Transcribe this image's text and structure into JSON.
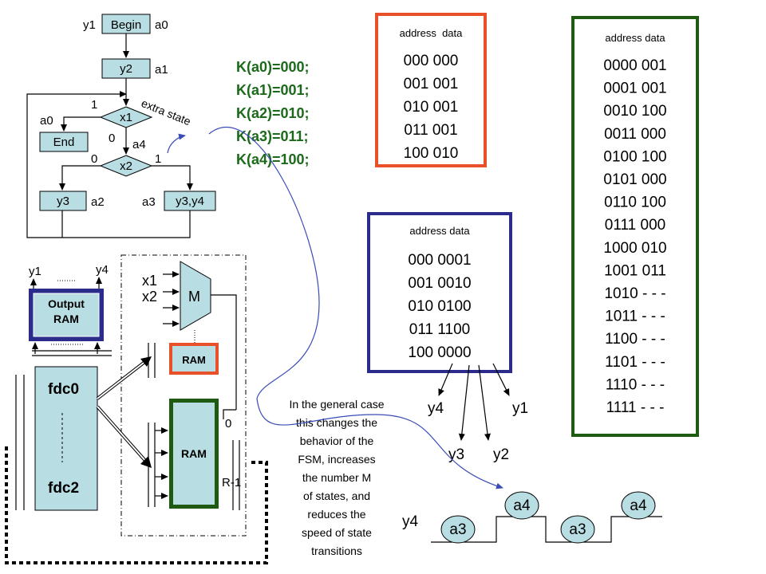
{
  "fsm": {
    "begin": "Begin",
    "end": "End",
    "y1": "y1",
    "a0": "a0",
    "y2": "y2",
    "a1": "a1",
    "x1": "x1",
    "x2": "x2",
    "one_a": "1",
    "zero_a": "0",
    "zero_b": "0",
    "one_b": "1",
    "a0_end": "a0",
    "a4": "a4",
    "extra_state": "extra state",
    "y3": "y3",
    "a2": "a2",
    "a3": "a3",
    "y3y4": "y3,y4"
  },
  "codes": [
    "K(a0)=000;",
    "K(a1)=001;",
    "K(a2)=010;",
    "K(a3)=011;",
    "K(a4)=100;"
  ],
  "table_red": {
    "header": "address  data",
    "rows": [
      "000   000",
      "001   001",
      "010   001",
      "011   001",
      "100   010"
    ]
  },
  "table_blue": {
    "header": "address  data",
    "rows": [
      "000   0001",
      "001   0010",
      "010   0100",
      "011   1100",
      "100   0000"
    ]
  },
  "table_green": {
    "header": "address  data",
    "rows": [
      "0000   001",
      "0001   001",
      "0010   100",
      "0011   000",
      "0100   100",
      "0101   000",
      "0110   100",
      "0111   000",
      "1000   010",
      "1001   011",
      "1010   - - -",
      "1011   - - -",
      "1100   - - -",
      "1101   - - -",
      "1110   - - -",
      "1111   - - -"
    ]
  },
  "bits": {
    "y4": "y4",
    "y1": "y1",
    "y3": "y3",
    "y2": "y2"
  },
  "circuit": {
    "y1": "y1",
    "y4": "y4",
    "output_ram_1": "Output",
    "output_ram_2": "RAM",
    "fdc0": "fdc0",
    "fdc2": "fdc2",
    "x1": "x1",
    "x2": "x2",
    "mux": "M",
    "ram_red": "RAM",
    "ram_green": "RAM",
    "zero": "0",
    "r1": "R-1"
  },
  "caption": [
    "In the general case",
    "this changes the",
    "behavior of the",
    "FSM, increases",
    "the number M",
    "of states, and",
    "reduces the",
    "speed of state",
    "transitions"
  ],
  "waveform": {
    "label": "y4",
    "states": [
      "a3",
      "a4",
      "a3",
      "a4"
    ]
  },
  "colors": {
    "box_fill": "#b8dde2",
    "red_border": "#e8502a",
    "blue_border": "#2b2b8c",
    "green_border": "#1e5a12",
    "code_text": "#1a6a1a",
    "arrow": "#3a4cb8"
  }
}
